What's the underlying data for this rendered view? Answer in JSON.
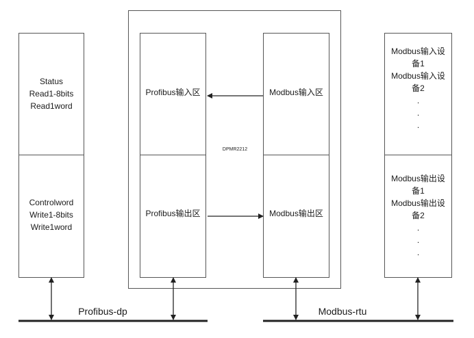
{
  "left_device": {
    "top_lines": [
      "Status",
      "Read1-8bits",
      "Read1word"
    ],
    "bottom_lines": [
      "Controlword",
      "Write1-8bits",
      "Write1word"
    ]
  },
  "gateway": {
    "name": "DPMR2212",
    "profibus_input": "Profibus输入区",
    "profibus_output": "Profibus输出区",
    "modbus_input": "Modbus输入区",
    "modbus_output": "Modbus输出区"
  },
  "right_device": {
    "input_lines": [
      "Modbus输入设",
      "备1",
      "Modbus输入设",
      "备2",
      ".",
      ".",
      "."
    ],
    "output_lines": [
      "Modbus输出设",
      "备1",
      "Modbus输出设",
      "备2",
      ".",
      ".",
      "."
    ]
  },
  "buses": {
    "left": "Profibus-dp",
    "right": "Modbus-rtu"
  }
}
